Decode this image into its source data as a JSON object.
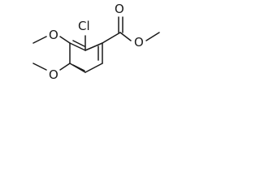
{
  "molecule": {
    "atoms": {
      "cl": "Cl",
      "carbonyl_o": "O",
      "ester_o": "O",
      "methoxy_o_top": "O",
      "methoxy_o_bottom": "O"
    }
  }
}
